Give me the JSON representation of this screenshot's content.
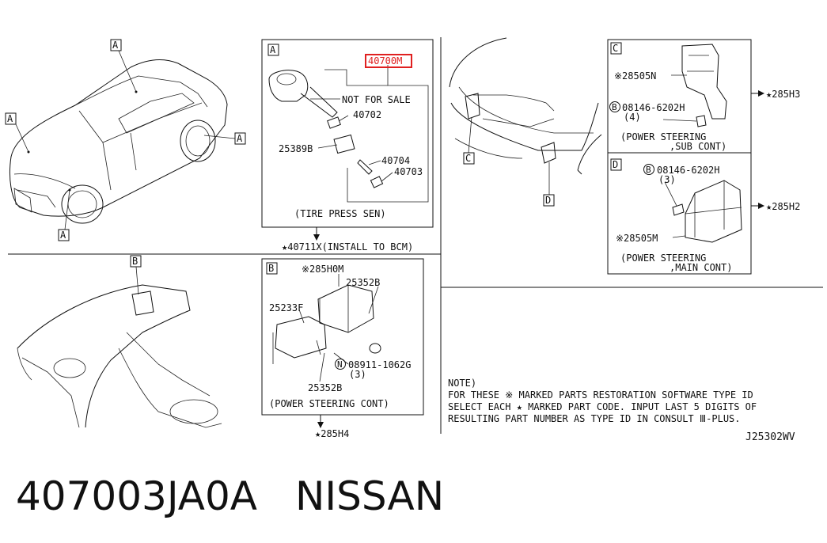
{
  "callouts": {
    "a": "A",
    "b": "B",
    "c": "C",
    "d": "D"
  },
  "panel_a": {
    "label": "A",
    "highlight_part": "40700M",
    "not_for_sale": "NOT FOR SALE",
    "parts": [
      "40702",
      "25389B",
      "40704",
      "40703"
    ],
    "caption": "(TIRE PRESS SEN)",
    "install_note": "★40711X(INSTALL TO BCM)"
  },
  "panel_b": {
    "label": "B",
    "part_top": "※285H0M",
    "part_right": "25352B",
    "part_left": "25233F",
    "bolt_symbol": "N",
    "bolt": "08911-1062G",
    "bolt_qty": "(3)",
    "part_bottom": "25352B",
    "caption": "(POWER STEERING CONT)",
    "ref": "★285H4"
  },
  "panel_c": {
    "label": "C",
    "part": "※28505N",
    "bolt_symbol": "B",
    "bolt": "08146-6202H",
    "bolt_qty": "(4)",
    "caption_1": "(POWER STEERING",
    "caption_2": ",SUB CONT)",
    "ref": "★285H3"
  },
  "panel_d": {
    "label": "D",
    "bolt_symbol": "B",
    "bolt": "08146-6202H",
    "bolt_qty": "(3)",
    "part": "※28505M",
    "caption_1": "(POWER STEERING",
    "caption_2": ",MAIN CONT)",
    "ref": "★285H2"
  },
  "note": {
    "title": "NOTE)",
    "lines": [
      "FOR THESE ※ MARKED PARTS RESTORATION SOFTWARE TYPE ID",
      "SELECT EACH ★ MARKED PART CODE. INPUT LAST 5 DIGITS OF",
      "RESULTING PART NUMBER AS TYPE ID IN CONSULT   Ⅲ-PLUS."
    ]
  },
  "diagram_code": "J25302WV",
  "footer": {
    "part_number": "407003JA0A",
    "brand": "NISSAN"
  },
  "colors": {
    "highlight": "#e02020",
    "line": "#111111"
  }
}
